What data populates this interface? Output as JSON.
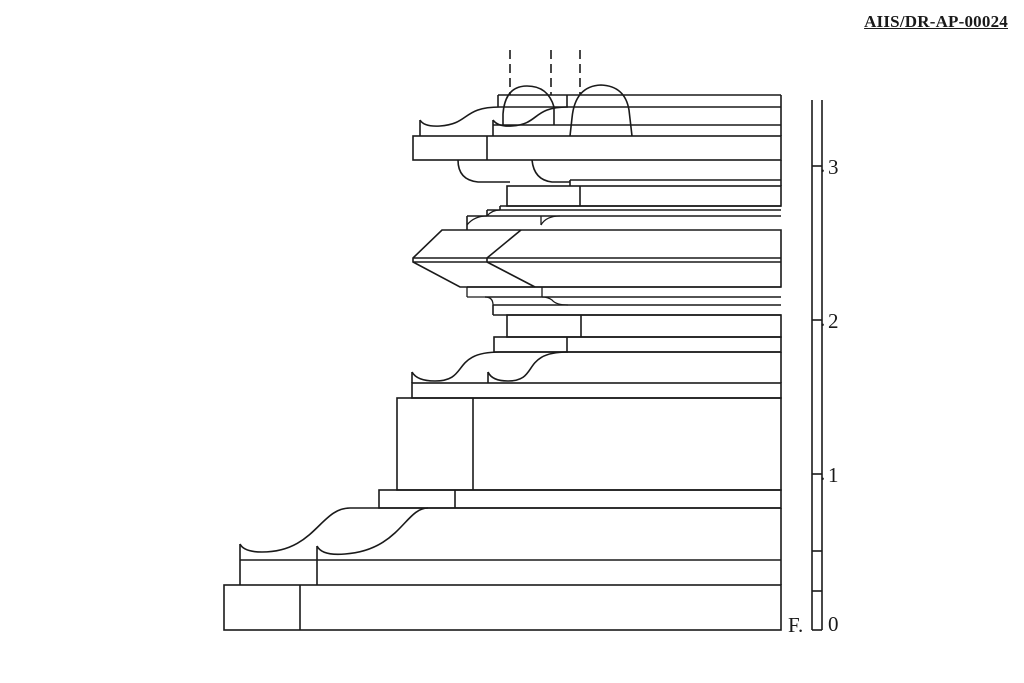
{
  "reference_code": "AIIS/DR-AP-00024",
  "scale": {
    "floor_marker": "F.",
    "ticks": [
      {
        "label": "0",
        "value": 0
      },
      {
        "label": "1",
        "value": 1
      },
      {
        "label": "2",
        "value": 2
      },
      {
        "label": "3",
        "value": 3
      }
    ]
  },
  "colors": {
    "ink": "#1a1a1a",
    "paper": "#ffffff"
  }
}
